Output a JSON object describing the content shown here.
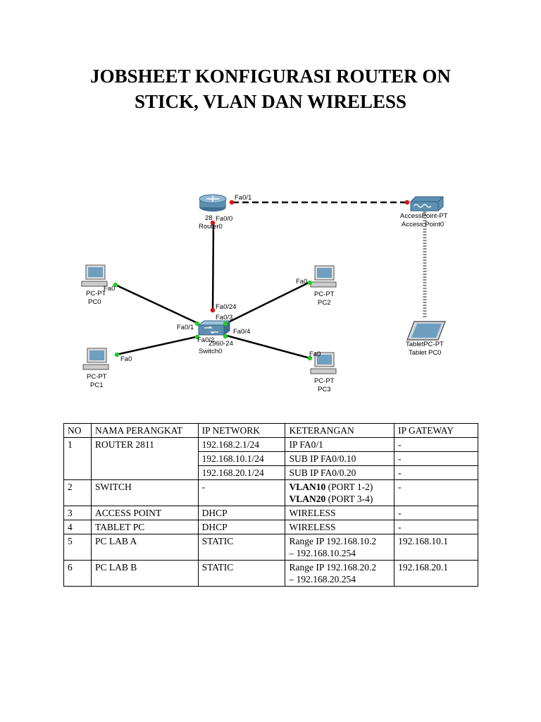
{
  "title": {
    "line1": "JOBSHEET KONFIGURASI ROUTER ON",
    "line2": "STICK, VLAN DAN WIRELESS"
  },
  "diagram": {
    "router": {
      "model": "28",
      "name": "Router0",
      "port_fa0_1": "Fa0/1",
      "port_fa0_0": "Fa0/0"
    },
    "access_point": {
      "model": "AccessPoint-PT",
      "name": "Access Point0"
    },
    "switch": {
      "model": "2960-24",
      "name": "Switch0",
      "port_fa0_24": "Fa0/24",
      "port_fa0_3": "Fa0/3",
      "port_fa0_1": "Fa0/1",
      "port_fa0_2": "Fa0/2",
      "port_fa0_4": "Fa0/4"
    },
    "tablet": {
      "model": "TabletPC-PT",
      "name": "Tablet PC0"
    },
    "pc0": {
      "model": "PC-PT",
      "name": "PC0",
      "port": "Fa0"
    },
    "pc1": {
      "model": "PC-PT",
      "name": "PC1",
      "port": "Fa0"
    },
    "pc2": {
      "model": "PC-PT",
      "name": "PC2",
      "port": "Fa0"
    },
    "pc3": {
      "model": "PC-PT",
      "name": "PC3",
      "port": "Fa0"
    },
    "colors": {
      "link": "#000000",
      "port_up": "#22cc22",
      "port_down": "#e01010",
      "device": "#5f8fb0"
    }
  },
  "table": {
    "headers": [
      "NO",
      "NAMA PERANGKAT",
      "IP NETWORK",
      "KETERANGAN",
      "IP GATEWAY"
    ],
    "r1": {
      "no": "1",
      "name": "ROUTER 2811",
      "ip1": "192.168.2.1/24",
      "ket1": "IP FA0/1",
      "gw1": "-",
      "ip2": "192.168.10.1/24",
      "ket2": "SUB IP FA0/0.10",
      "gw2": "-",
      "ip3": "192.168.20.1/24",
      "ket3": "SUB IP FA0/0.20",
      "gw3": "-"
    },
    "r2": {
      "no": "2",
      "name": "SWITCH",
      "ip": "-",
      "vlan10": "VLAN10",
      "vlan10_ports": " (PORT 1-2)",
      "vlan20": "VLAN20",
      "vlan20_ports": " (PORT 3-4)",
      "gw": "-"
    },
    "r3": {
      "no": "3",
      "name": "ACCESS POINT",
      "ip": "DHCP",
      "ket": "WIRELESS",
      "gw": "-"
    },
    "r4": {
      "no": "4",
      "name": "TABLET PC",
      "ip": "DHCP",
      "ket": "WIRELESS",
      "gw": "-"
    },
    "r5": {
      "no": "5",
      "name": "PC LAB A",
      "ip": "STATIC",
      "ket_a": "Range IP 192.168.10.2",
      "ket_b": "– 192.168.10.254",
      "gw": "192.168.10.1"
    },
    "r6": {
      "no": "6",
      "name": "PC LAB B",
      "ip": "STATIC",
      "ket_a": "Range IP 192.168.20.2",
      "ket_b": "– 192.168.20.254",
      "gw": "192.168.20.1"
    }
  }
}
